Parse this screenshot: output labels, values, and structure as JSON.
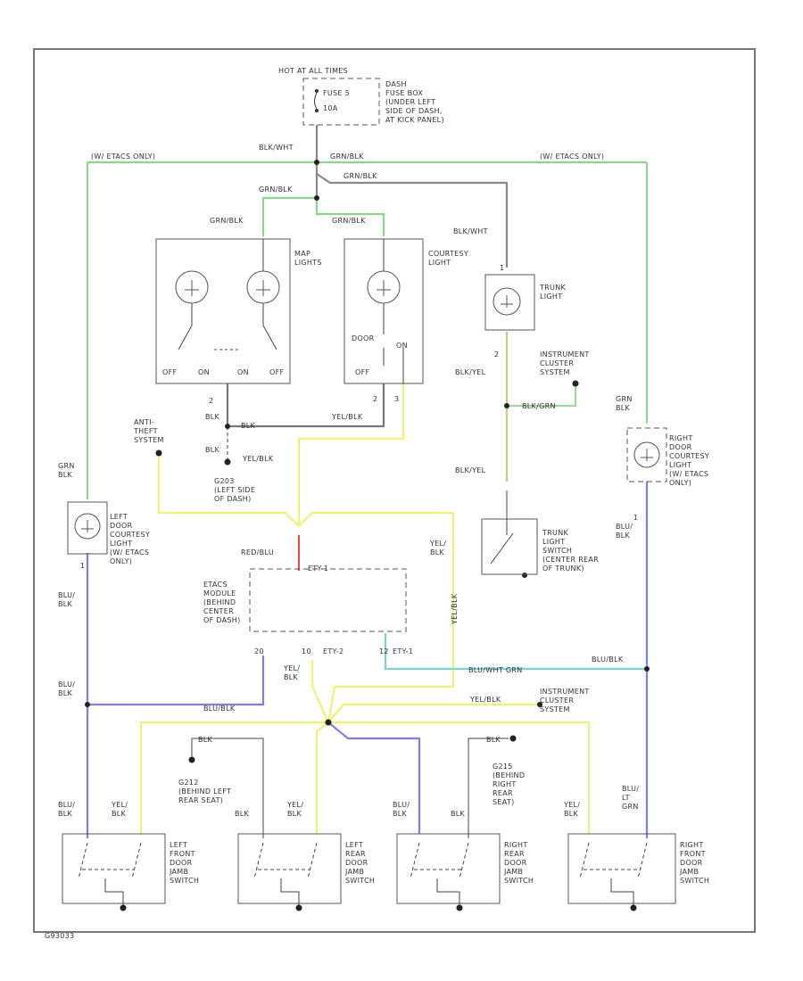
{
  "colors": {
    "green": "#8fd38f",
    "yellow": "#eef07a",
    "blue": "#8080e0",
    "cyan": "#7fcfcf",
    "gray": "#777777",
    "red": "#e05050",
    "frame": "#777777"
  },
  "labels": {
    "hot_all_times": "HOT AT ALL TIMES",
    "fuse": "FUSE 5",
    "fuse_amp": "10A",
    "dash_fuse_box": [
      "DASH",
      "FUSE BOX",
      "(UNDER LEFT",
      "SIDE OF DASH,",
      "AT KICK PANEL)"
    ],
    "blk_wht_top": "BLK/WHT",
    "with_etacs_left": "(W/ ETACS ONLY)",
    "with_etacs_right": "(W/ ETACS ONLY)",
    "grn_blk_top": "GRN/BLK",
    "grn_blk_2": "GRN/BLK",
    "grn_blk_3": "GRN/BLK",
    "grn_blk_map": "GRN/BLK",
    "grn_blk_court": "GRN/BLK",
    "map_lights": [
      "MAP",
      "LIGHTS"
    ],
    "courtesy_light": [
      "COURTESY",
      "LIGHT"
    ],
    "blk_wht_trunk": "BLK/WHT",
    "trunk_light": [
      "TRUNK",
      "LIGHT"
    ],
    "map_off_l": "OFF",
    "map_on_l": "ON",
    "map_on_r": "ON",
    "map_off_r": "OFF",
    "door": "DOOR",
    "on": "ON",
    "off": "OFF",
    "blk_1": "BLK",
    "blk_2": "BLK",
    "blk_3": "BLK",
    "yel_blk_1": "YEL/BLK",
    "yel_blk_2": "YEL/BLK",
    "anti_theft": [
      "ANTI-",
      "THEFT",
      "SYSTEM"
    ],
    "blk_yel_1": "BLK/YEL",
    "blk_yel_2": "BLK/YEL",
    "blk_grn": "BLK/GRN",
    "instrument_cluster_1": [
      "INSTRUMENT",
      "CLUSTER",
      "SYSTEM"
    ],
    "grn_blk_left": [
      "GRN",
      "BLK"
    ],
    "grn_blk_right": [
      "GRN",
      "BLK"
    ],
    "left_door_courtesy": [
      "LEFT",
      "DOOR",
      "COURTESY",
      "LIGHT",
      "(W/ ETACS",
      "ONLY)"
    ],
    "right_door_courtesy": [
      "RIGHT",
      "DOOR",
      "COURTESY",
      "LIGHT",
      "(W/ ETACS",
      "ONLY)"
    ],
    "g203": [
      "G203",
      "(LEFT SIDE",
      "OF DASH)"
    ],
    "red_blu": "RED/BLU",
    "etacs_module": [
      "ETACS",
      "MODULE",
      "(BEHIND",
      "CENTER",
      "OF DASH)"
    ],
    "etacs_pin_top": "ETY-1",
    "pin_20": "20",
    "pin_10": "10",
    "pin_12": "12",
    "ety2": "ETY-2",
    "ety1": "ETY-1",
    "yel_blk_mid": [
      "YEL/",
      "BLK"
    ],
    "yel_blk_right": [
      "YEL/",
      "BLK"
    ],
    "trunk_switch": [
      "TRUNK",
      "LIGHT",
      "SWITCH",
      "(CENTER REAR",
      "OF TRUNK)"
    ],
    "blu_blk_left1": [
      "BLU/",
      "BLK"
    ],
    "blu_blk_left2": [
      "BLU/",
      "BLK"
    ],
    "blu_blk_right1": [
      "BLU/",
      "BLK"
    ],
    "blu_blk_bottom": "BLU/BLK",
    "blu_blk_r": "BLU/BLK",
    "blu_wht_grn": "BLU/WHT GRN",
    "yel_blk_ic": "YEL/BLK",
    "instrument_cluster_2": [
      "INSTRUMENT",
      "CLUSTER",
      "SYSTEM"
    ],
    "yel_blk_vert": "YEL/BLK",
    "g212": [
      "G212",
      "(BEHIND LEFT",
      "REAR SEAT)"
    ],
    "g215": [
      "G215",
      "(BEHIND",
      "RIGHT",
      "REAR",
      "SEAT)"
    ],
    "sw1_label": [
      "LEFT",
      "FRONT",
      "DOOR",
      "JAMB",
      "SWITCH"
    ],
    "sw2_label": [
      "LEFT",
      "REAR",
      "DOOR",
      "JAMB",
      "SWITCH"
    ],
    "sw3_label": [
      "RIGHT",
      "REAR",
      "DOOR",
      "JAMB",
      "SWITCH"
    ],
    "sw4_label": [
      "RIGHT",
      "FRONT",
      "DOOR",
      "JAMB",
      "SWITCH"
    ],
    "sw1_w1": [
      "BLU/",
      "BLK"
    ],
    "sw1_w2": [
      "YEL/",
      "BLK"
    ],
    "sw2_w1": [
      "YEL/",
      "BLK"
    ],
    "sw2_w2": "BLK",
    "sw3_w1": [
      "BLU/",
      "BLK"
    ],
    "sw3_w2": "BLK",
    "sw4_w1": [
      "YEL/",
      "BLK"
    ],
    "sw4_w2": [
      "BLU/",
      "LT",
      "GRN"
    ],
    "blk_g212": "BLK",
    "blk_g215": "BLK",
    "pin_1_left": "1",
    "pin_1_right": "1",
    "pin_2_map": "2",
    "pin_2_trunk": "2",
    "pin_3": "3",
    "pin_2_court": "2",
    "pin_1_trunk": "1",
    "footer": "G93033"
  }
}
